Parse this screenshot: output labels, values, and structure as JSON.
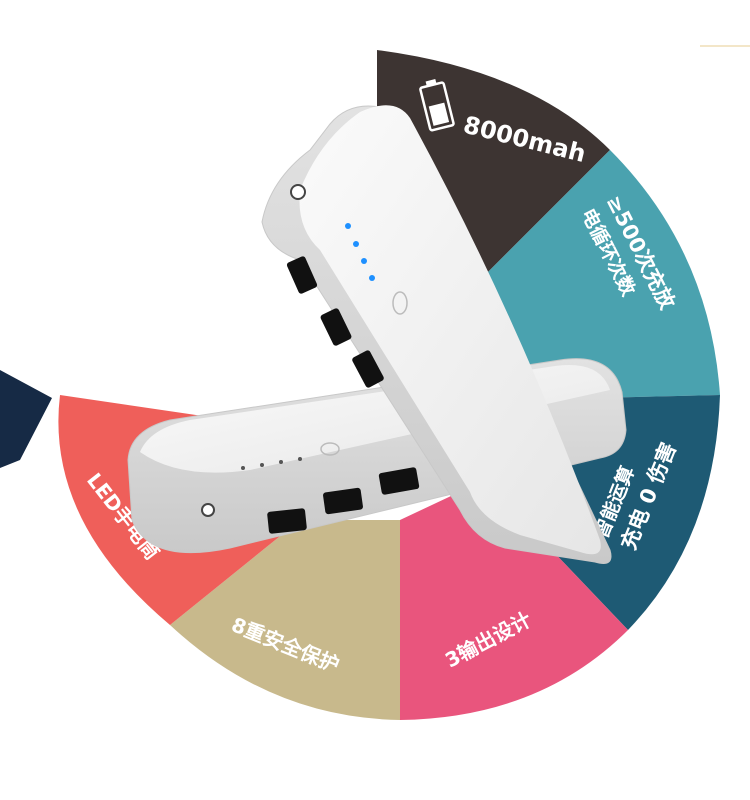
{
  "features": [
    {
      "id": "capacity",
      "label": "8000mah",
      "color": "#3d3432"
    },
    {
      "id": "cycles",
      "line1": "≥500次充放",
      "line2": "电循环次数",
      "color": "#4aa2af"
    },
    {
      "id": "smart",
      "line1": "智能运算",
      "line2": "充电 0 伤害",
      "color": "#1e5a74"
    },
    {
      "id": "outputs",
      "label": "3输出设计",
      "color": "#e9557d"
    },
    {
      "id": "protection",
      "label": "8重安全保护",
      "color": "#c8b98c"
    },
    {
      "id": "flashlight",
      "label": "LED手电筒",
      "color": "#ef5f5a"
    },
    {
      "id": "edge",
      "color": "#162a45"
    }
  ],
  "product": {
    "body_color": "#f2f2f2",
    "trim_color": "#d9d9d9",
    "indicator_color": "#1e90ff",
    "port_color": "#111111"
  }
}
